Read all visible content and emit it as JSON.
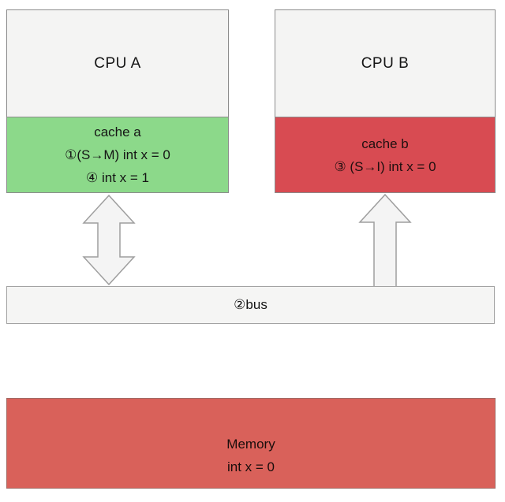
{
  "diagram": {
    "cpu_a": {
      "label": "CPU A"
    },
    "cache_a": {
      "title": "cache a",
      "line1": "①(S→M) int x = 0",
      "line2": "④ int x = 1"
    },
    "cpu_b": {
      "label": "CPU B"
    },
    "cache_b": {
      "title": "cache b",
      "line1": "③ (S→I)  int x = 0"
    },
    "bus": {
      "label": "②bus"
    },
    "memory": {
      "title": "Memory",
      "value": "int x = 0"
    },
    "colors": {
      "cache_a_bg": "#8CD98A",
      "cache_b_bg": "#D84B52",
      "memory_bg": "#D9615A",
      "cpu_bg": "#F4F4F3",
      "bus_bg": "#F5F5F4",
      "arrow_fill": "#F4F4F4",
      "border_gray": "#8C8C8C"
    }
  }
}
